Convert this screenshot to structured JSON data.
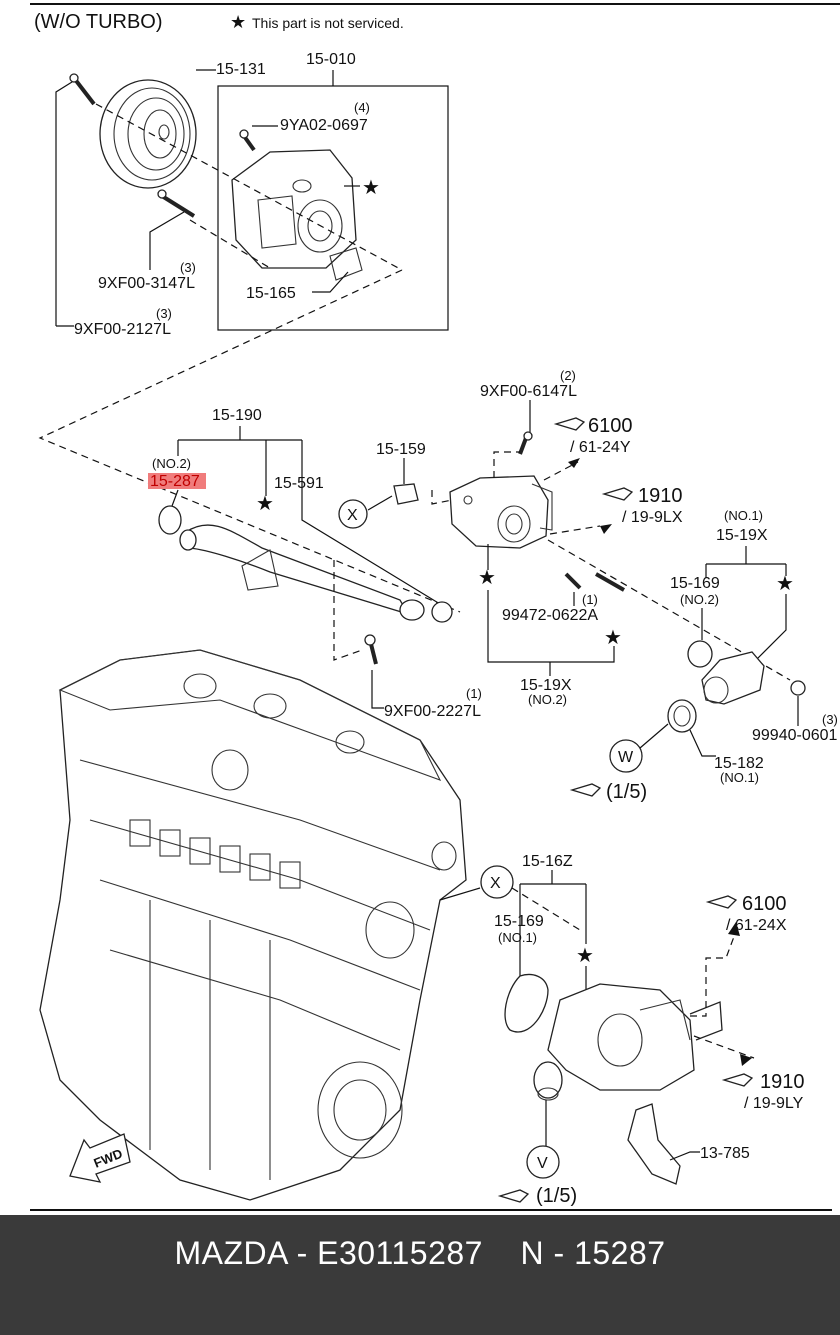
{
  "header": {
    "title": "(W/O TURBO)",
    "legend_symbol": "★",
    "legend_text": "This part is not serviced."
  },
  "labels": {
    "p15_131": "15-131",
    "p15_010": "15-010",
    "p9ya02_qty": "(4)",
    "p9ya02": "9YA02-0697",
    "p9xf00_3147_qty": "(3)",
    "p9xf00_3147": "9XF00-3147L",
    "p15_165": "15-165",
    "p9xf00_2127_qty": "(3)",
    "p9xf00_2127": "9XF00-2127L",
    "p9xf00_6147_qty": "(2)",
    "p9xf00_6147": "9XF00-6147L",
    "p15_190": "15-190",
    "p15_159": "15-159",
    "no2_a": "(NO.2)",
    "p15_287": "15-287",
    "p15_591": "15-591",
    "ref_x_top": "X",
    "no1_a": "(NO.1)",
    "p15_19x_top": "15-19X",
    "p15_169_top": "15-169",
    "no2_b": "(NO.2)",
    "p99472_qty": "(1)",
    "p99472": "99472-0622A",
    "p15_19x_bot": "15-19X",
    "no2_c": "(NO.2)",
    "p9xf00_2227_qty": "(1)",
    "p9xf00_2227": "9XF00-2227L",
    "p99940_qty": "(3)",
    "p99940": "99940-0601",
    "ref_w": "W",
    "p15_182": "15-182",
    "no1_b": "(NO.1)",
    "ref_x_mid": "X",
    "p15_16z": "15-16Z",
    "p15_169_bot": "15-169",
    "no1_c": "(NO.1)",
    "ref_v": "V",
    "p13_785": "13-785",
    "fwd": "FWD"
  },
  "refs": {
    "r6100_top": "6100",
    "r6100_top_sub": "/ 61-24Y",
    "r1910_top": "1910",
    "r1910_top_sub": "/ 19-9LX",
    "r15_top": "(1/5)",
    "r6100_bot": "6100",
    "r6100_bot_sub": "/ 61-24X",
    "r1910_bot": "1910",
    "r1910_bot_sub": "/ 19-9LY",
    "r15_bot": "(1/5)"
  },
  "highlight_color": "#f07c7c",
  "footer": {
    "caption": "MAZDA - E30115287    N - 15287"
  }
}
